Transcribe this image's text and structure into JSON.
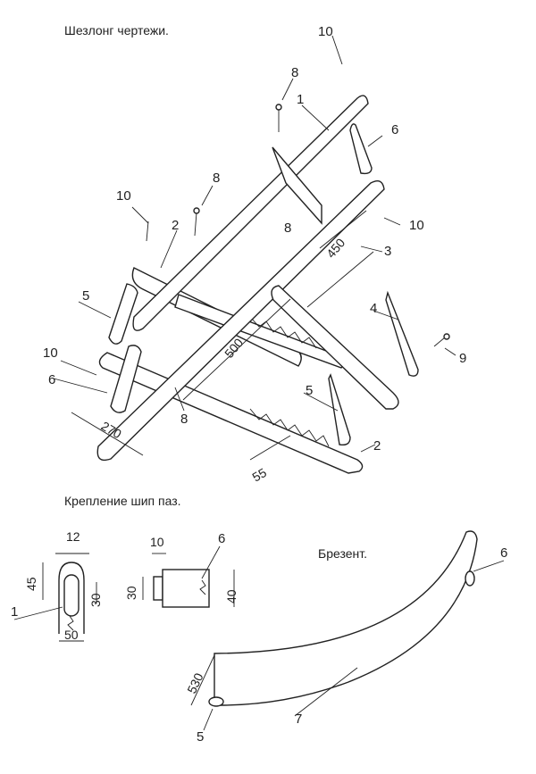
{
  "titles": {
    "main": "Шезлонг чертежи.",
    "joint": "Крепление шип паз.",
    "canvas": "Брезент."
  },
  "main_labels": {
    "l10a": "10",
    "l8a": "8",
    "l1": "1",
    "l6a": "6",
    "l10b": "10",
    "l8b": "8",
    "l2a": "2",
    "l8c": "8",
    "l10c": "10",
    "l3": "3",
    "l5a": "5",
    "l4": "4",
    "l9": "9",
    "l10d": "10",
    "l6b": "6",
    "l8d": "8",
    "l5b": "5",
    "l2b": "2"
  },
  "main_dims": {
    "d450": "450",
    "d500": "500",
    "d270": "270",
    "d55": "55"
  },
  "joint": {
    "d12": "12",
    "d45": "45",
    "d30a": "30",
    "d50": "50",
    "l1": "1",
    "d10": "10",
    "l6": "6",
    "d30b": "30",
    "d40": "40"
  },
  "canvas": {
    "l6": "6",
    "d530": "530",
    "l7": "7",
    "l5": "5"
  }
}
